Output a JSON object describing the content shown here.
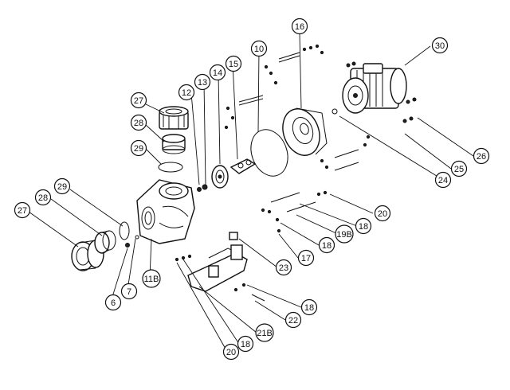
{
  "callouts": [
    {
      "id": "c27a",
      "text": "27"
    },
    {
      "id": "c28a",
      "text": "28"
    },
    {
      "id": "c29a",
      "text": "29"
    },
    {
      "id": "c12",
      "text": "12"
    },
    {
      "id": "c13",
      "text": "13"
    },
    {
      "id": "c14",
      "text": "14"
    },
    {
      "id": "c15",
      "text": "15"
    },
    {
      "id": "c10",
      "text": "10"
    },
    {
      "id": "c16",
      "text": "16"
    },
    {
      "id": "c30",
      "text": "30"
    },
    {
      "id": "c26",
      "text": "26"
    },
    {
      "id": "c25",
      "text": "25"
    },
    {
      "id": "c24",
      "text": "24"
    },
    {
      "id": "c20a",
      "text": "20"
    },
    {
      "id": "c18a",
      "text": "18"
    },
    {
      "id": "c19b",
      "text": "19B"
    },
    {
      "id": "c18b",
      "text": "18"
    },
    {
      "id": "c17",
      "text": "17"
    },
    {
      "id": "c23",
      "text": "23"
    },
    {
      "id": "c18c",
      "text": "18"
    },
    {
      "id": "c22",
      "text": "22"
    },
    {
      "id": "c21b",
      "text": "21B"
    },
    {
      "id": "c18d",
      "text": "18"
    },
    {
      "id": "c20b",
      "text": "20"
    },
    {
      "id": "c29b",
      "text": "29"
    },
    {
      "id": "c28b",
      "text": "28"
    },
    {
      "id": "c27b",
      "text": "27"
    },
    {
      "id": "c7",
      "text": "7"
    },
    {
      "id": "c6",
      "text": "6"
    },
    {
      "id": "c11b",
      "text": "11B"
    }
  ]
}
